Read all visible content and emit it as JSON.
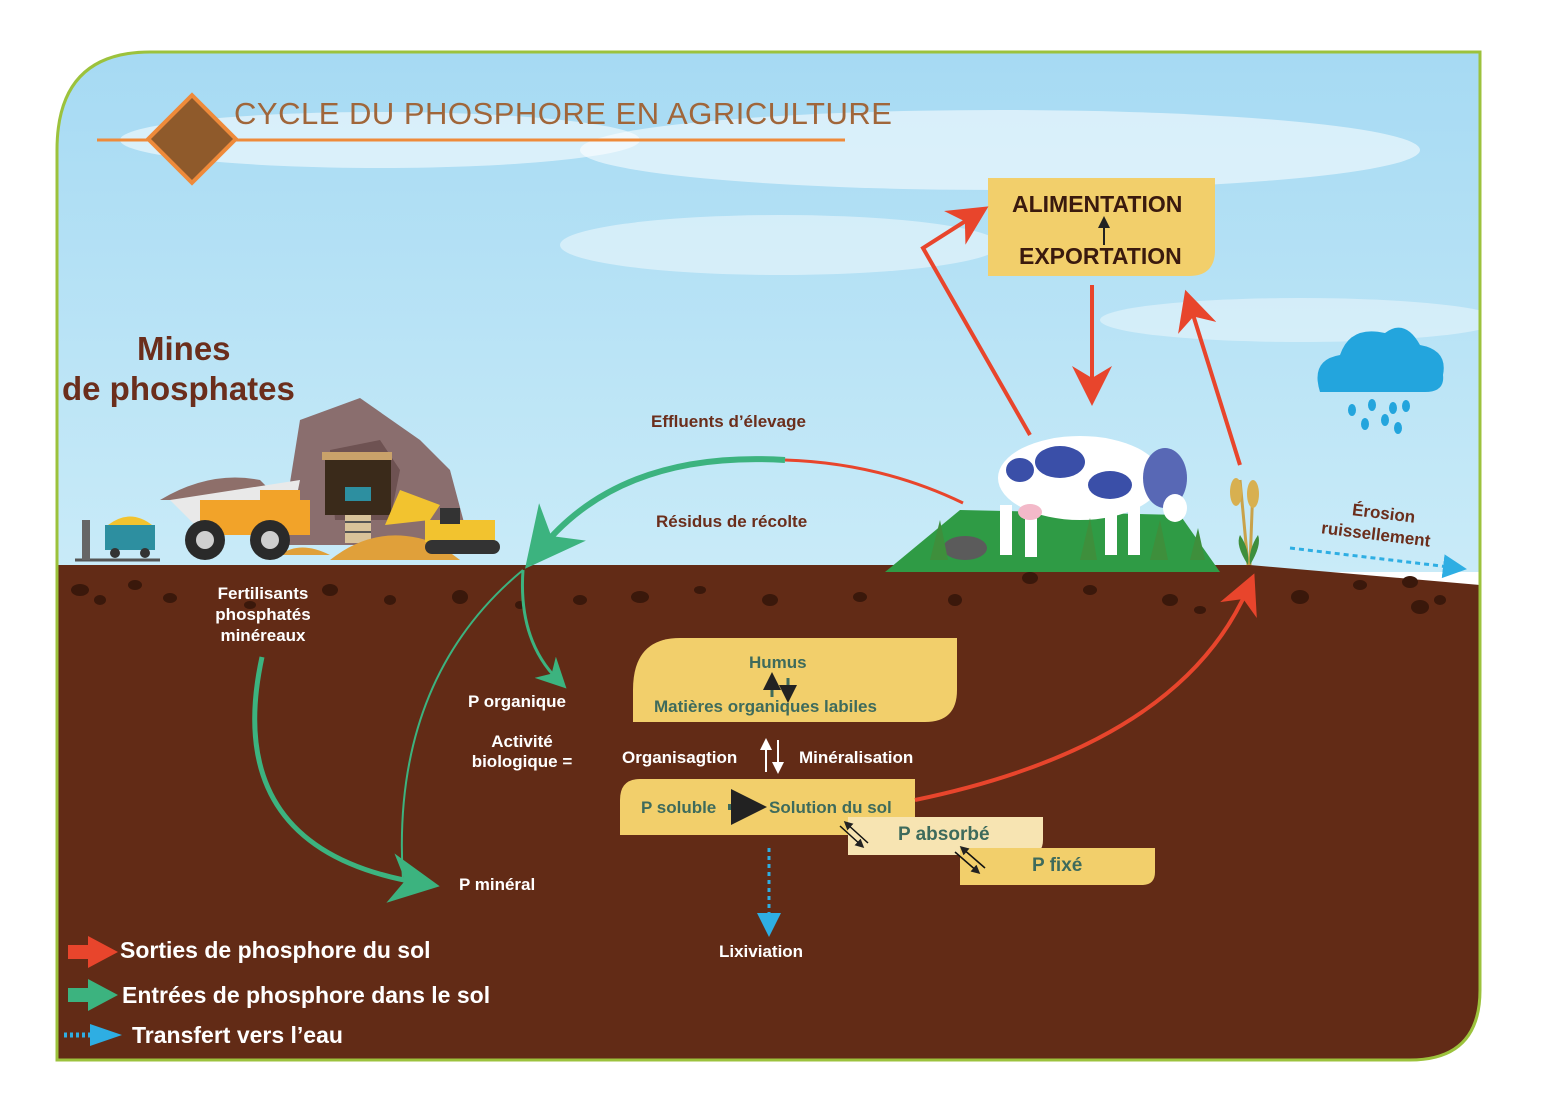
{
  "title": "CYCLE DU PHOSPHORE EN AGRICULTURE",
  "mines": {
    "line1": "Mines",
    "line2": "de phosphates"
  },
  "food_box": {
    "top": "ALIMENTATION",
    "bottom": "EXPORTATION"
  },
  "labels": {
    "effluents": "Effluents d’élevage",
    "residus": "Résidus de récolte",
    "erosion": "Érosion",
    "ruissellement": "ruissellement",
    "fertilisants": [
      "Fertilisants",
      "phosphatés",
      "minéreaux"
    ],
    "p_organique": "P organique",
    "activite": [
      "Activité",
      "biologique ="
    ],
    "organisation": "Organisagtion",
    "mineralisation": "Minéralisation",
    "p_mineral": "P minéral",
    "lixiviation": "Lixiviation"
  },
  "humus_box": {
    "top": "Humus",
    "bottom": "Matières organiques labiles"
  },
  "soluble_box": {
    "left": "P soluble",
    "right": "Solution du sol"
  },
  "absorbe_box": "P absorbé",
  "fixe_box": "P fixé",
  "legend": [
    {
      "label": "Sorties de phosphore du sol",
      "color": "#e8452c"
    },
    {
      "label": "Entrées de phosphore dans le sol",
      "color": "#3cb37f"
    },
    {
      "label": "Transfert vers l’eau",
      "color": "#2eaee3"
    }
  ],
  "colors": {
    "sky": "#a9dcf3",
    "soil": "#622b16",
    "frame": "#9cc23c",
    "box": "#f2cf6b",
    "out_arrow": "#e8452c",
    "in_arrow": "#3cb37f",
    "water": "#2eaee3",
    "grass": "#2f9b45"
  }
}
